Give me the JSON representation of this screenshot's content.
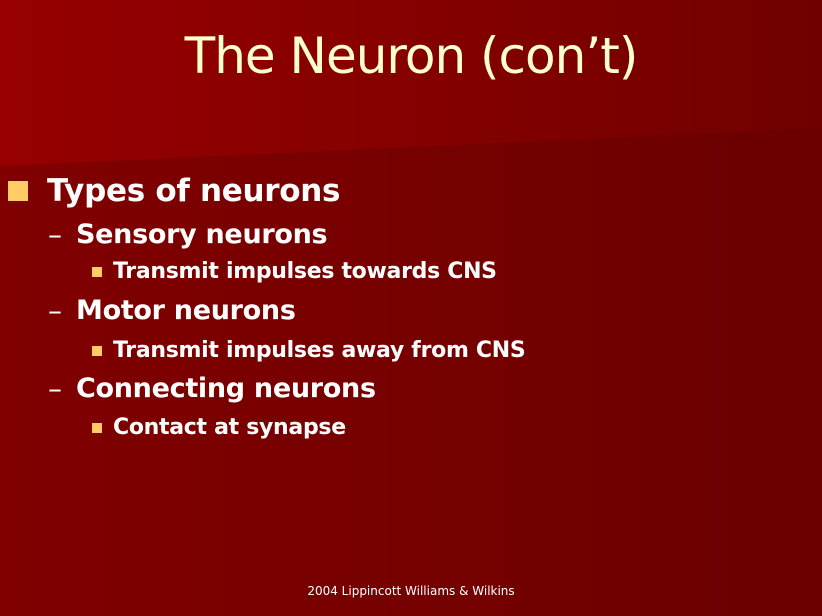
{
  "slide": {
    "title": "The Neuron (con’t)",
    "bullets": [
      {
        "text": "Types of neurons",
        "children": [
          {
            "text": "Sensory neurons",
            "children": [
              {
                "text": "Transmit impulses towards CNS"
              }
            ]
          },
          {
            "text": "Motor neurons",
            "children": [
              {
                "text": "Transmit impulses away from CNS"
              }
            ]
          },
          {
            "text": "Connecting neurons",
            "children": [
              {
                "text": "Contact at synapse"
              }
            ]
          }
        ]
      }
    ],
    "dash_glyph": "–",
    "footer": "2004 Lippincott Williams & Wilkins"
  },
  "colors": {
    "background": "#7a0000",
    "background_highlight": "#9a0000",
    "title_text": "#ffffcc",
    "body_text": "#ffffff",
    "bullet": "#ffcc66",
    "footer_text": "#ffffff"
  }
}
